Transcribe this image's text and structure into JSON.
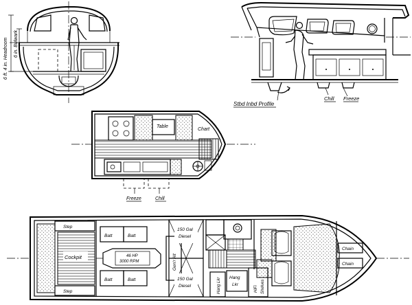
{
  "section_view": {
    "headroom_label": "6 ft. 4 in. Headroom",
    "bulwark_label": "6 in. Bulwark"
  },
  "profile_view": {
    "title": "Stbd Inbd Profile",
    "chill_label": "Chill",
    "freeze_label": "Freeze"
  },
  "galley_plan": {
    "table_label": "Table",
    "chart_label": "Chart",
    "freeze_label": "Freeze",
    "chill_label": "Chill"
  },
  "deck_plan": {
    "step_labels": [
      "Step",
      "Step"
    ],
    "cockpit_label": "Cockpit",
    "batt_labels": [
      "Batt",
      "Batt",
      "Batt",
      "Batt"
    ],
    "engine_label_hp": "46 HP",
    "engine_label_rpm": "3000 RPM",
    "gen_label": "Gen'r Alt",
    "diesel_top": [
      "150 Gal",
      "Diesel"
    ],
    "diesel_bottom": [
      "150 Gal",
      "Diesel"
    ],
    "hang_lkr_1": "Hang Lkr",
    "hang_lkr_2": [
      "Hang",
      "Lkr"
    ],
    "hifi_shelves": [
      "HiFi",
      "Shelves"
    ],
    "chain_labels": [
      "Chain",
      "Chain"
    ]
  }
}
